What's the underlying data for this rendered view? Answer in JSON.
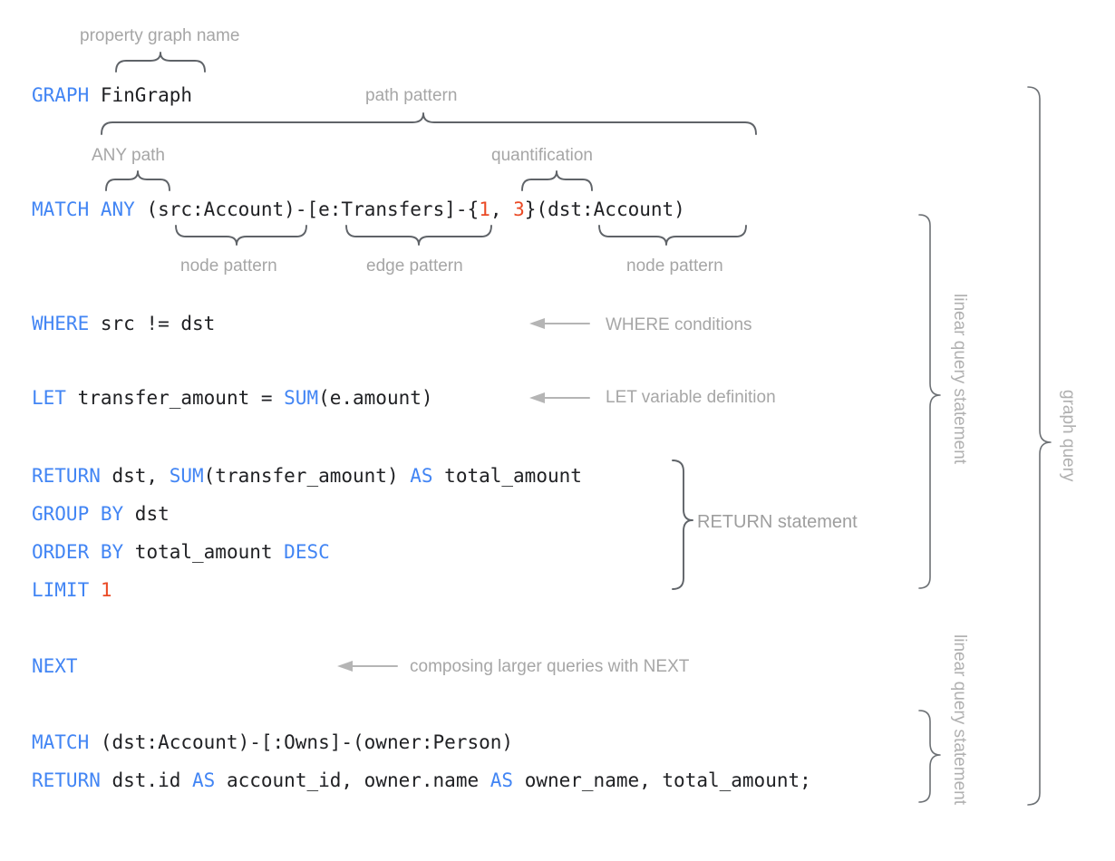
{
  "diagram": {
    "title_semantic": "GQL graph query syntax annotated diagram",
    "colors": {
      "keyword": "#4285f4",
      "number": "#ea4a25",
      "code_text": "#202124",
      "annotation": "#a6a6a6",
      "brace": "#5f6368",
      "arrow": "#b5b5b5",
      "background": "#ffffff"
    }
  },
  "code": {
    "line_graph": {
      "keyword": "GRAPH",
      "rest": " FinGraph"
    },
    "line_match": {
      "keyword": "MATCH",
      "any": "ANY",
      "node_src": "(src:Account)",
      "dash1": "-",
      "edge": "[e:Transfers]",
      "dash2": "-",
      "brace_open": "{",
      "q_min": "1",
      "q_sep": ", ",
      "q_max": "3",
      "brace_close": "}",
      "node_dst": "(dst:Account)"
    },
    "line_where": {
      "keyword": "WHERE",
      "rest": " src != dst"
    },
    "line_let": {
      "keyword": "LET",
      "mid": " transfer_amount = ",
      "fn": "SUM",
      "rest": "(e.amount)"
    },
    "line_return": {
      "keyword": "RETURN",
      "mid": " dst, ",
      "fn": "SUM",
      "arg": "(transfer_amount) ",
      "as": "AS",
      "rest": " total_amount"
    },
    "line_group": {
      "keyword": "GROUP BY",
      "rest": " dst"
    },
    "line_order": {
      "keyword": "ORDER BY",
      "mid": " total_amount ",
      "desc": "DESC"
    },
    "line_limit": {
      "keyword": "LIMIT",
      "sep": " ",
      "number": "1"
    },
    "line_next": {
      "keyword": "NEXT"
    },
    "line_match2": {
      "keyword": "MATCH",
      "rest": " (dst:Account)-[:Owns]-(owner:Person)"
    },
    "line_return2": {
      "keyword": "RETURN",
      "a": " dst.id ",
      "as1": "AS",
      "b": " account_id, owner.name ",
      "as2": "AS",
      "c": " owner_name, total_amount;"
    }
  },
  "annotations": {
    "property_graph_name": "property graph name",
    "path_pattern": "path pattern",
    "any_path": "ANY path",
    "quantification": "quantification",
    "node_pattern_left": "node pattern",
    "edge_pattern": "edge pattern",
    "node_pattern_right": "node pattern",
    "where_conditions": "WHERE conditions",
    "let_variable_definition": "LET variable definition",
    "return_statement": "RETURN statement",
    "composing_with_next": "composing larger queries with NEXT",
    "linear_query_statement_1": "linear query statement",
    "linear_query_statement_2": "linear query statement",
    "graph_query": "graph query"
  }
}
